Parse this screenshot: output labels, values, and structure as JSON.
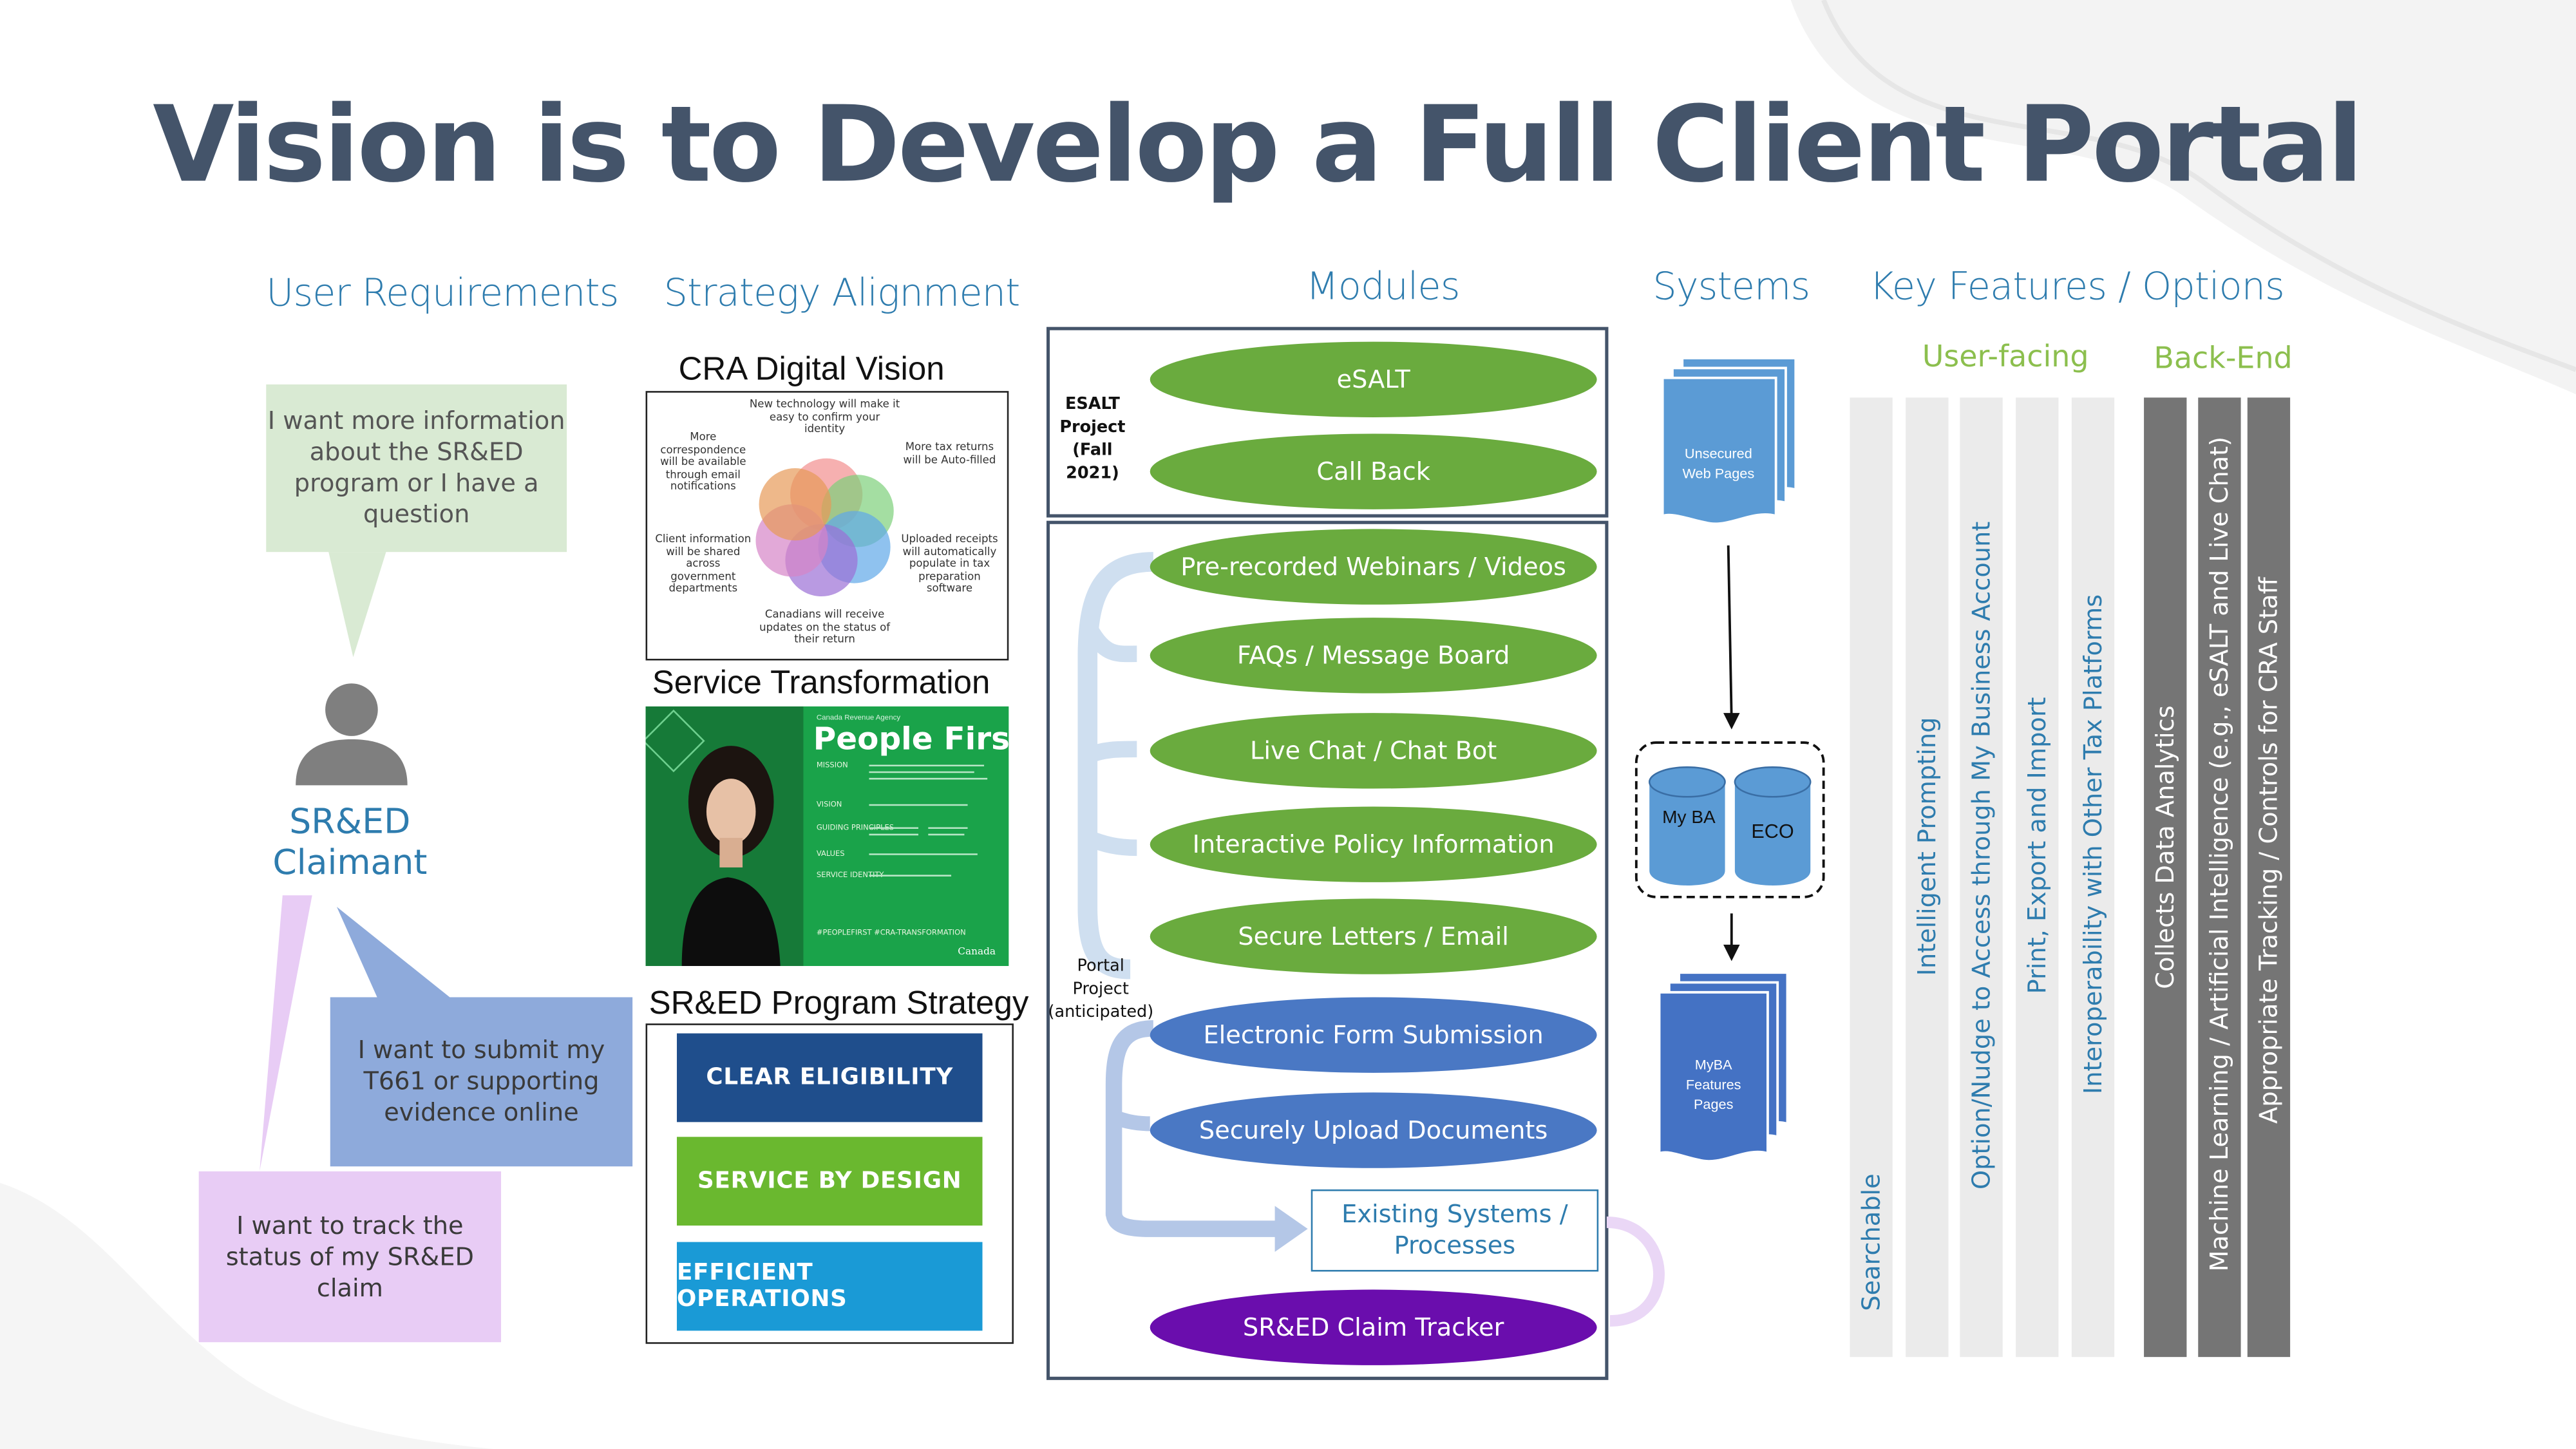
{
  "title": "Vision is to Develop a Full Client Portal",
  "columns": {
    "user_requirements": "User Requirements",
    "strategy_alignment": "Strategy Alignment",
    "modules": "Modules",
    "systems": "Systems",
    "key_features": "Key Features / Options"
  },
  "subheads": {
    "user_facing": "User-facing",
    "back_end": "Back-End"
  },
  "user": {
    "bubble_info": "I want more information about the SR&ED program or I have a question",
    "claimant_line1": "SR&ED",
    "claimant_line2": "Claimant",
    "bubble_submit": "I want to submit my T661 or supporting evidence online",
    "bubble_track": "I want to track the status of my SR&ED claim"
  },
  "strategy": {
    "cra_label": "CRA Digital Vision",
    "cra_center_top": "New technology will make it easy to confirm your identity",
    "cra_left_top": "More correspondence will be available through email notifications",
    "cra_right_top": "More tax returns will be Auto-filled",
    "cra_left_bottom": "Client information will be shared across government departments",
    "cra_right_bottom": "Uploaded receipts will automatically populate in tax preparation software",
    "cra_bottom": "Canadians will receive updates on the status of their return",
    "service_label": "Service Transformation",
    "pf_agency": "Canada Revenue Agency",
    "pf_title": "People First",
    "pf_rows": [
      "MISSION",
      "VISION",
      "GUIDING PRINCIPLES",
      "VALUES",
      "SERVICE IDENTITY"
    ],
    "pf_footer": "#PEOPLEFIRST #CRA-TRANSFORMATION",
    "pf_canada": "Canada",
    "srep_label": "SR&ED Program Strategy",
    "btn1": "CLEAR ELIGIBILITY",
    "btn2": "SERVICE BY DESIGN",
    "btn3": "EFFICIENT OPERATIONS"
  },
  "modules": {
    "esalt_label": "ESALT Project (Fall 2021)",
    "portal_label": "Portal Project (anticipated)",
    "items": [
      "eSALT",
      "Call Back",
      "Pre-recorded Webinars / Videos",
      "FAQs / Message Board",
      "Live Chat / Chat Bot",
      "Interactive Policy Information",
      "Secure Letters / Email",
      "Electronic Form Submission",
      "Securely Upload Documents",
      "Existing Systems / Processes",
      "SR&ED Claim Tracker"
    ]
  },
  "systems": {
    "unsecured": "Unsecured Web Pages",
    "db1": "My BA",
    "db2": "ECO",
    "myba": "MyBA Features Pages"
  },
  "features": {
    "user_facing": [
      "Searchable",
      "Intelligent Prompting",
      "Option/Nudge to Access through My Business Account",
      "Print, Export and Import",
      "Interoperability with Other Tax Platforms"
    ],
    "back_end": [
      "Collects Data Analytics",
      "Machine Learning / Artificial Intelligence (e.g., eSALT and Live Chat)",
      "Appropriate Tracking / Controls for CRA Staff"
    ]
  },
  "colors": {
    "title": "#44546a",
    "heading": "#2e7cae",
    "green_module": "#6aab3e",
    "blue_module": "#4a78c4",
    "purple_module": "#6a0dad",
    "doc_blue": "#5b9bd5",
    "db_blue": "#5b9bd5"
  }
}
